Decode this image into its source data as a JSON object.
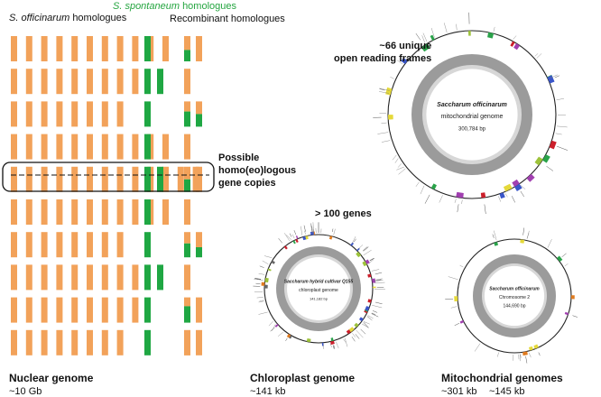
{
  "colors": {
    "orange": "#f2a25a",
    "green": "#1fa743",
    "green_text": "#25a540",
    "ring_dark": "#9b9b9b",
    "ring_light": "#d7d7d7"
  },
  "headers": {
    "officinarum_species": "S. officinarum",
    "officinarum_suffix": "homologues",
    "spontaneum_species": "S. spontaneum",
    "spontaneum_suffix": "homologues",
    "recombinant": "Recombinant homologues"
  },
  "callouts": {
    "possible_line1": "Possible",
    "possible_line2": "homo(eo)logous",
    "possible_line3": "gene copies",
    "orf_line1": "~66 unique",
    "orf_line2": "open reading frames",
    "genes": "> 100 genes"
  },
  "mito_main": {
    "name": "Saccharum officinarum",
    "subtitle": "mitochondrial genome",
    "size": "300,784 bp"
  },
  "chloroplast": {
    "name": "Saccharum hybrid cultivar Q155",
    "subtitle": "chloroplast genome",
    "size": "141,182 bp"
  },
  "mito_small": {
    "name": "Saccharum officinarum",
    "subtitle": "Chromosome 2",
    "size": "144,690 bp"
  },
  "captions": {
    "nuclear_title": "Nuclear genome",
    "nuclear_size": "~10 Gb",
    "chloro_title": "Chloroplast genome",
    "chloro_size": "~141 kb",
    "mito_title": "Mitochondrial genomes",
    "mito_size1": "~301 kb",
    "mito_size2": "~145 kb"
  },
  "nuclear_rows": [
    {
      "orange": 11,
      "green": 1,
      "recomb": [
        [
          0.55,
          1
        ],
        [
          0,
          1
        ]
      ]
    },
    {
      "orange": 9,
      "green": 2,
      "recomb": [
        [
          1
        ],
        [
          0
        ]
      ]
    },
    {
      "orange": 8,
      "green": 1,
      "recomb": [
        [
          0.4,
          1
        ],
        [
          0,
          0.5,
          1
        ]
      ]
    },
    {
      "orange": 11,
      "green": 1,
      "recomb": [
        [
          1
        ],
        [
          0
        ]
      ]
    },
    {
      "orange": 13,
      "green": 2,
      "recomb": [
        [
          0.5,
          1
        ],
        [
          0,
          1
        ]
      ]
    },
    {
      "orange": 11,
      "green": 1,
      "recomb": [
        [
          1
        ],
        [
          0
        ]
      ]
    },
    {
      "orange": 8,
      "green": 1,
      "recomb": [
        [
          0.45,
          1
        ],
        [
          0,
          0.6,
          1
        ]
      ]
    },
    {
      "orange": 9,
      "green": 2,
      "recomb": [
        [
          1
        ],
        [
          0
        ]
      ]
    },
    {
      "orange": 9,
      "green": 1,
      "recomb": [
        [
          0.35,
          1
        ],
        [
          0,
          1
        ]
      ]
    },
    {
      "orange": 8,
      "green": 1,
      "recomb": [
        [
          1,
          0.6,
          1
        ],
        [
          0,
          1
        ]
      ]
    }
  ]
}
